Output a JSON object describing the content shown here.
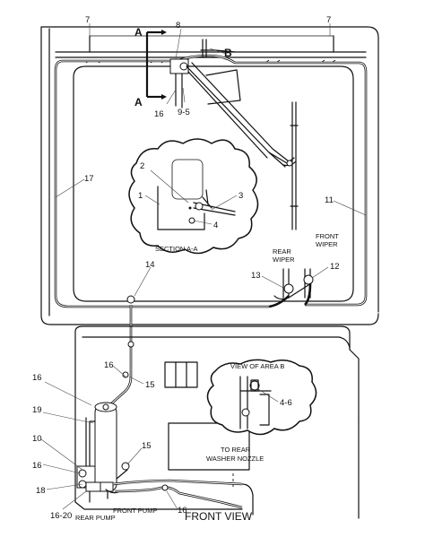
{
  "callouts": {
    "n7_left": "7",
    "n7_right": "7",
    "n8": "8",
    "sec_a_top": "A",
    "sec_a_bot": "A",
    "sec_b": "B",
    "n16_top": "16",
    "n9_5": "9-5",
    "n2": "2",
    "n1": "1",
    "n3": "3",
    "n4": "4",
    "n17": "17",
    "n11": "11",
    "n14": "14",
    "n13": "13",
    "n12": "12",
    "n16_mid": "16",
    "n15_mid": "15",
    "n16_left": "16",
    "n19": "19",
    "n10": "10",
    "n16_low": "16",
    "n18": "18",
    "n16_20": "16-20",
    "n15_low": "15",
    "n16_bottom": "16",
    "n4_6": "4-6"
  },
  "labels": {
    "section_aa": "SECTION A-A",
    "front_wiper_1": "FRONT",
    "front_wiper_2": "WIPER",
    "rear_wiper_1": "REAR",
    "rear_wiper_2": "WIPER",
    "view_area_b": "VIEW OF AREA B",
    "to_rear_1": "TO REAR",
    "to_rear_2": "WASHER NOZZLE",
    "rear_pump": "REAR PUMP",
    "front_pump": "FRONT PUMP",
    "front_view": "FRONT VIEW"
  }
}
